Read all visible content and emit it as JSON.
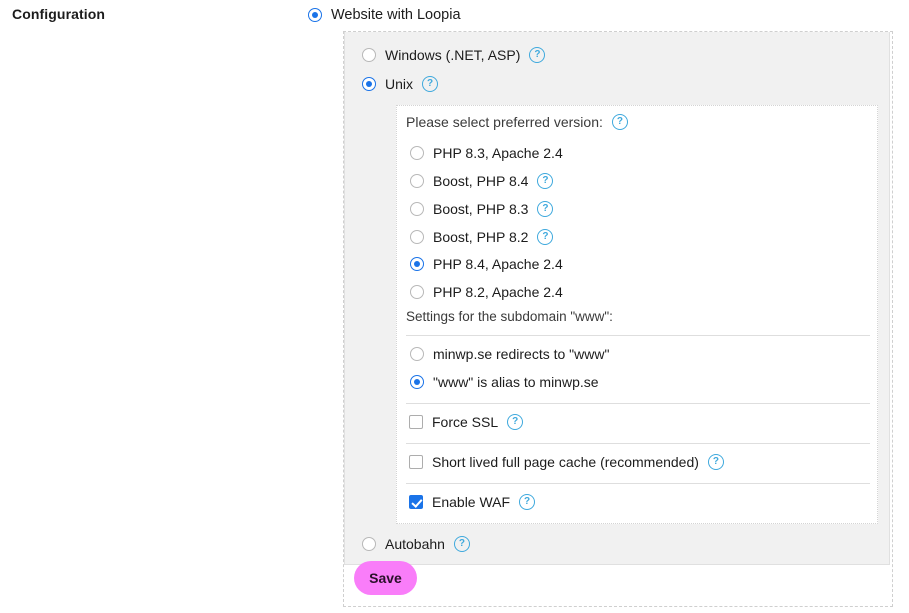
{
  "page": {
    "section_label": "Configuration"
  },
  "top_option": {
    "label": "Website with Loopia",
    "selected": true
  },
  "platform": {
    "options": [
      {
        "label": "Windows (.NET, ASP)",
        "selected": false,
        "has_help": true
      },
      {
        "label": "Unix",
        "selected": true,
        "has_help": true
      }
    ],
    "autobahn": {
      "label": "Autobahn",
      "selected": false,
      "has_help": true
    }
  },
  "version_section": {
    "title": "Please select preferred version:",
    "title_has_help": true,
    "options": [
      {
        "label": "PHP 8.3, Apache 2.4",
        "selected": false,
        "has_help": false
      },
      {
        "label": "Boost, PHP 8.4",
        "selected": false,
        "has_help": true
      },
      {
        "label": "Boost, PHP 8.3",
        "selected": false,
        "has_help": true
      },
      {
        "label": "Boost, PHP 8.2",
        "selected": false,
        "has_help": true
      },
      {
        "label": "PHP 8.4, Apache 2.4",
        "selected": true,
        "has_help": false
      },
      {
        "label": "PHP 8.2, Apache 2.4",
        "selected": false,
        "has_help": false
      }
    ]
  },
  "subdomain_section": {
    "title": "Settings for the subdomain \"www\":",
    "options": [
      {
        "label": "minwp.se redirects to \"www\"",
        "selected": false
      },
      {
        "label": "\"www\" is alias to minwp.se",
        "selected": true
      }
    ]
  },
  "toggles": [
    {
      "label": "Force SSL",
      "checked": false,
      "has_help": true
    },
    {
      "label": "Short lived full page cache (recommended)",
      "checked": false,
      "has_help": true
    },
    {
      "label": "Enable WAF",
      "checked": true,
      "has_help": true
    }
  ],
  "actions": {
    "save_label": "Save"
  },
  "icons": {
    "help": "?"
  },
  "colors": {
    "accent_blue": "#1a73e8",
    "help_blue": "#3fa9dd",
    "save_pink": "#f97df9",
    "panel_gray": "#f1f1f1",
    "text": "#1c1c1c"
  }
}
